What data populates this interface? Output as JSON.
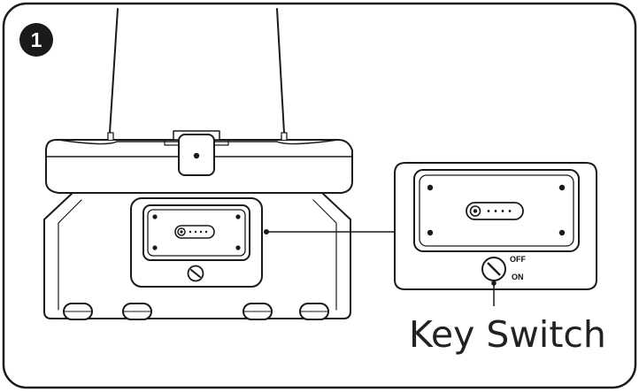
{
  "step": {
    "number": "1"
  },
  "callout": {
    "label": "Key Switch"
  },
  "key_positions": {
    "off": "OFF",
    "on": "ON"
  },
  "colors": {
    "stroke": "#1a1a1a",
    "fill": "#ffffff",
    "badge": "#1a1a1a"
  },
  "icons": [
    "key-switch-icon",
    "indicator-dots-icon",
    "wheel-icon",
    "screw-icon"
  ]
}
